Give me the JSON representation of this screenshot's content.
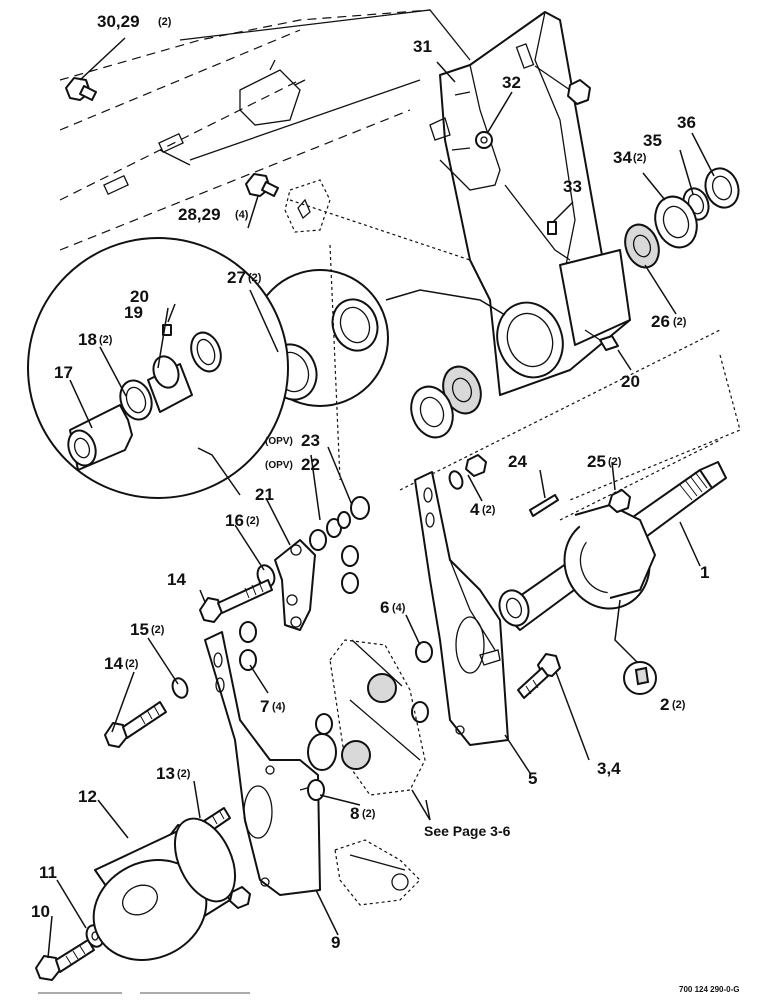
{
  "callouts": {
    "c1": "1",
    "c2": "2",
    "c2q": "(2)",
    "c34": "3,4",
    "c4": "4",
    "c4q": "(2)",
    "c5": "5",
    "c6": "6",
    "c6q": "(4)",
    "c7": "7",
    "c7q": "(4)",
    "c8": "8",
    "c8q": "(2)",
    "c9": "9",
    "c10": "10",
    "c11": "11",
    "c12": "12",
    "c13": "13",
    "c13q": "(2)",
    "c14a": "14",
    "c14b": "14",
    "c14bq": "(2)",
    "c15": "15",
    "c15q": "(2)",
    "c16": "16",
    "c16q": "(2)",
    "c17": "17",
    "c18": "18",
    "c18q": "(2)",
    "c19": "19",
    "c20a": "20",
    "c20b": "20",
    "c21": "21",
    "c22": "22",
    "c22opv": "(OPV)",
    "c23": "23",
    "c23opv": "(OPV)",
    "c24": "24",
    "c25": "25",
    "c25q": "(2)",
    "c26": "26",
    "c26q": "(2)",
    "c27": "27",
    "c27q": "(2)",
    "c2829": "28,29",
    "c2829q": "(4)",
    "c3029": "30,29",
    "c3029q": "(2)",
    "c31": "31",
    "c32": "32",
    "c33": "33",
    "c34b": "34",
    "c34bq": "(2)",
    "c35": "35",
    "c36": "36"
  },
  "note": "See Page 3-6",
  "figure_id": "700 124 290-0-G"
}
